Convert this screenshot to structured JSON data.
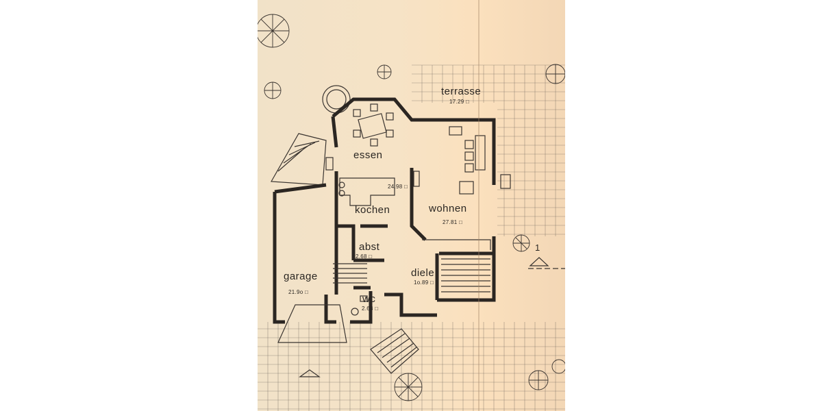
{
  "rooms": [
    {
      "key": "terrasse",
      "name": "terrasse",
      "area": "17.29 □"
    },
    {
      "key": "essen",
      "name": "essen",
      "area": ""
    },
    {
      "key": "kochen",
      "name": "kochen",
      "area": "24.98 □"
    },
    {
      "key": "wohnen",
      "name": "wohnen",
      "area": "27.81 □"
    },
    {
      "key": "abst",
      "name": "abst",
      "area": "2.68 □"
    },
    {
      "key": "garage",
      "name": "garage",
      "area": "21.9o □"
    },
    {
      "key": "diele",
      "name": "diele",
      "area": "1o.89 □"
    },
    {
      "key": "wc",
      "name": "wc",
      "area": "2.68 □"
    }
  ],
  "section_marker": "1"
}
